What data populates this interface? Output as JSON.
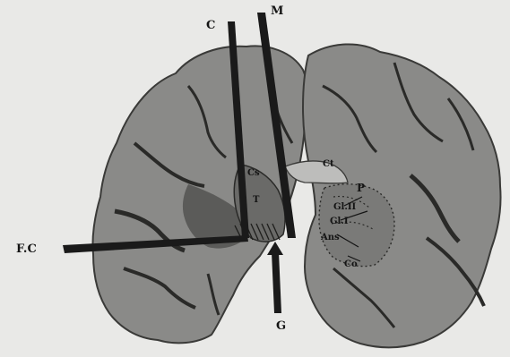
{
  "figure": {
    "description_labels": {
      "top_left_probe": "C",
      "top_probe": "M",
      "left_probe": "F.C",
      "bottom_probe": "G",
      "right_top": "Ct",
      "p": "P",
      "gl2": "Gl.II",
      "gl1": "Gl.I",
      "ans": "Ans",
      "co": "Co",
      "cs": "Cs",
      "t": "T"
    },
    "colors": {
      "background": "#e9e9e7",
      "tissue": "#8a8a88",
      "tissue_dark": "#5b5b59",
      "sulcus": "#2a2a28",
      "probe": "#1a1a1a"
    }
  }
}
